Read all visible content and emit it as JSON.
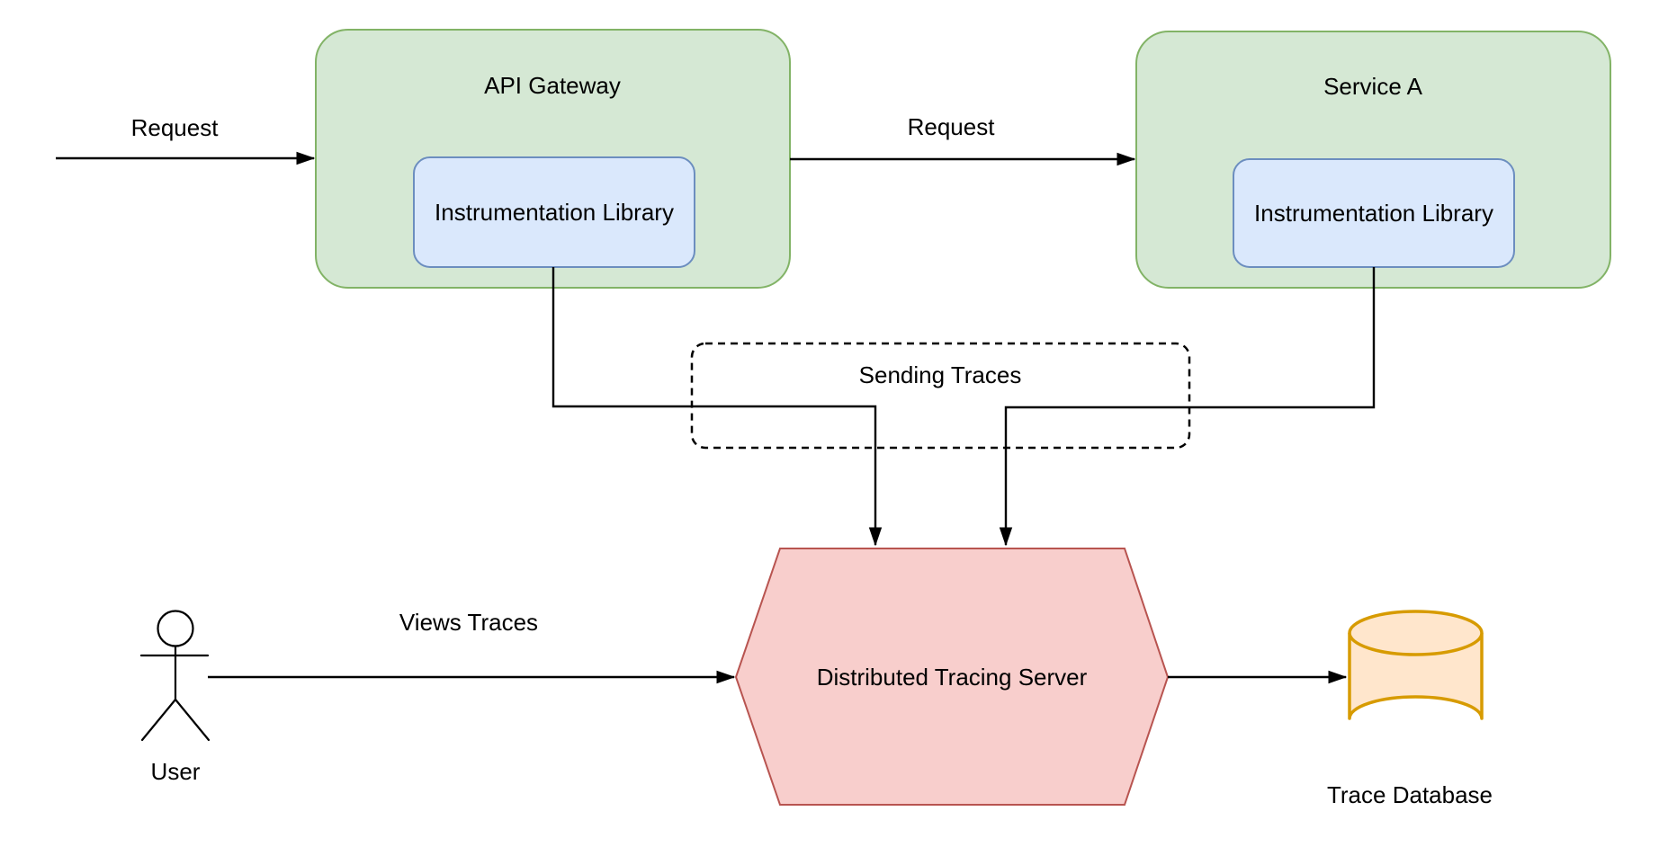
{
  "diagram": {
    "background": "#ffffff",
    "line_color": "#000000",
    "nodes": {
      "api_gateway": {
        "label": "API Gateway",
        "fill": "#d5e8d4",
        "stroke": "#82b366"
      },
      "service_a": {
        "label": "Service A",
        "fill": "#d5e8d4",
        "stroke": "#82b366"
      },
      "instrumentation_library_gateway": {
        "label": "Instrumentation Library",
        "fill": "#dae8fc",
        "stroke": "#6c8ebf"
      },
      "instrumentation_library_service": {
        "label": "Instrumentation Library",
        "fill": "#dae8fc",
        "stroke": "#6c8ebf"
      },
      "sending_traces_group": {
        "label": "Sending Traces",
        "stroke": "#000000"
      },
      "distributed_tracing_server": {
        "label": "Distributed Tracing Server",
        "fill": "#f8cecc",
        "stroke": "#b85450"
      },
      "trace_database": {
        "label": "Trace Database",
        "fill": "#ffe6cc",
        "stroke": "#d79b00"
      },
      "user": {
        "label": "User",
        "stroke": "#000000"
      }
    },
    "edges": {
      "request_to_gateway": {
        "label": "Request"
      },
      "request_gateway_to_service_a": {
        "label": "Request"
      },
      "views_traces": {
        "label": "Views Traces"
      }
    }
  }
}
